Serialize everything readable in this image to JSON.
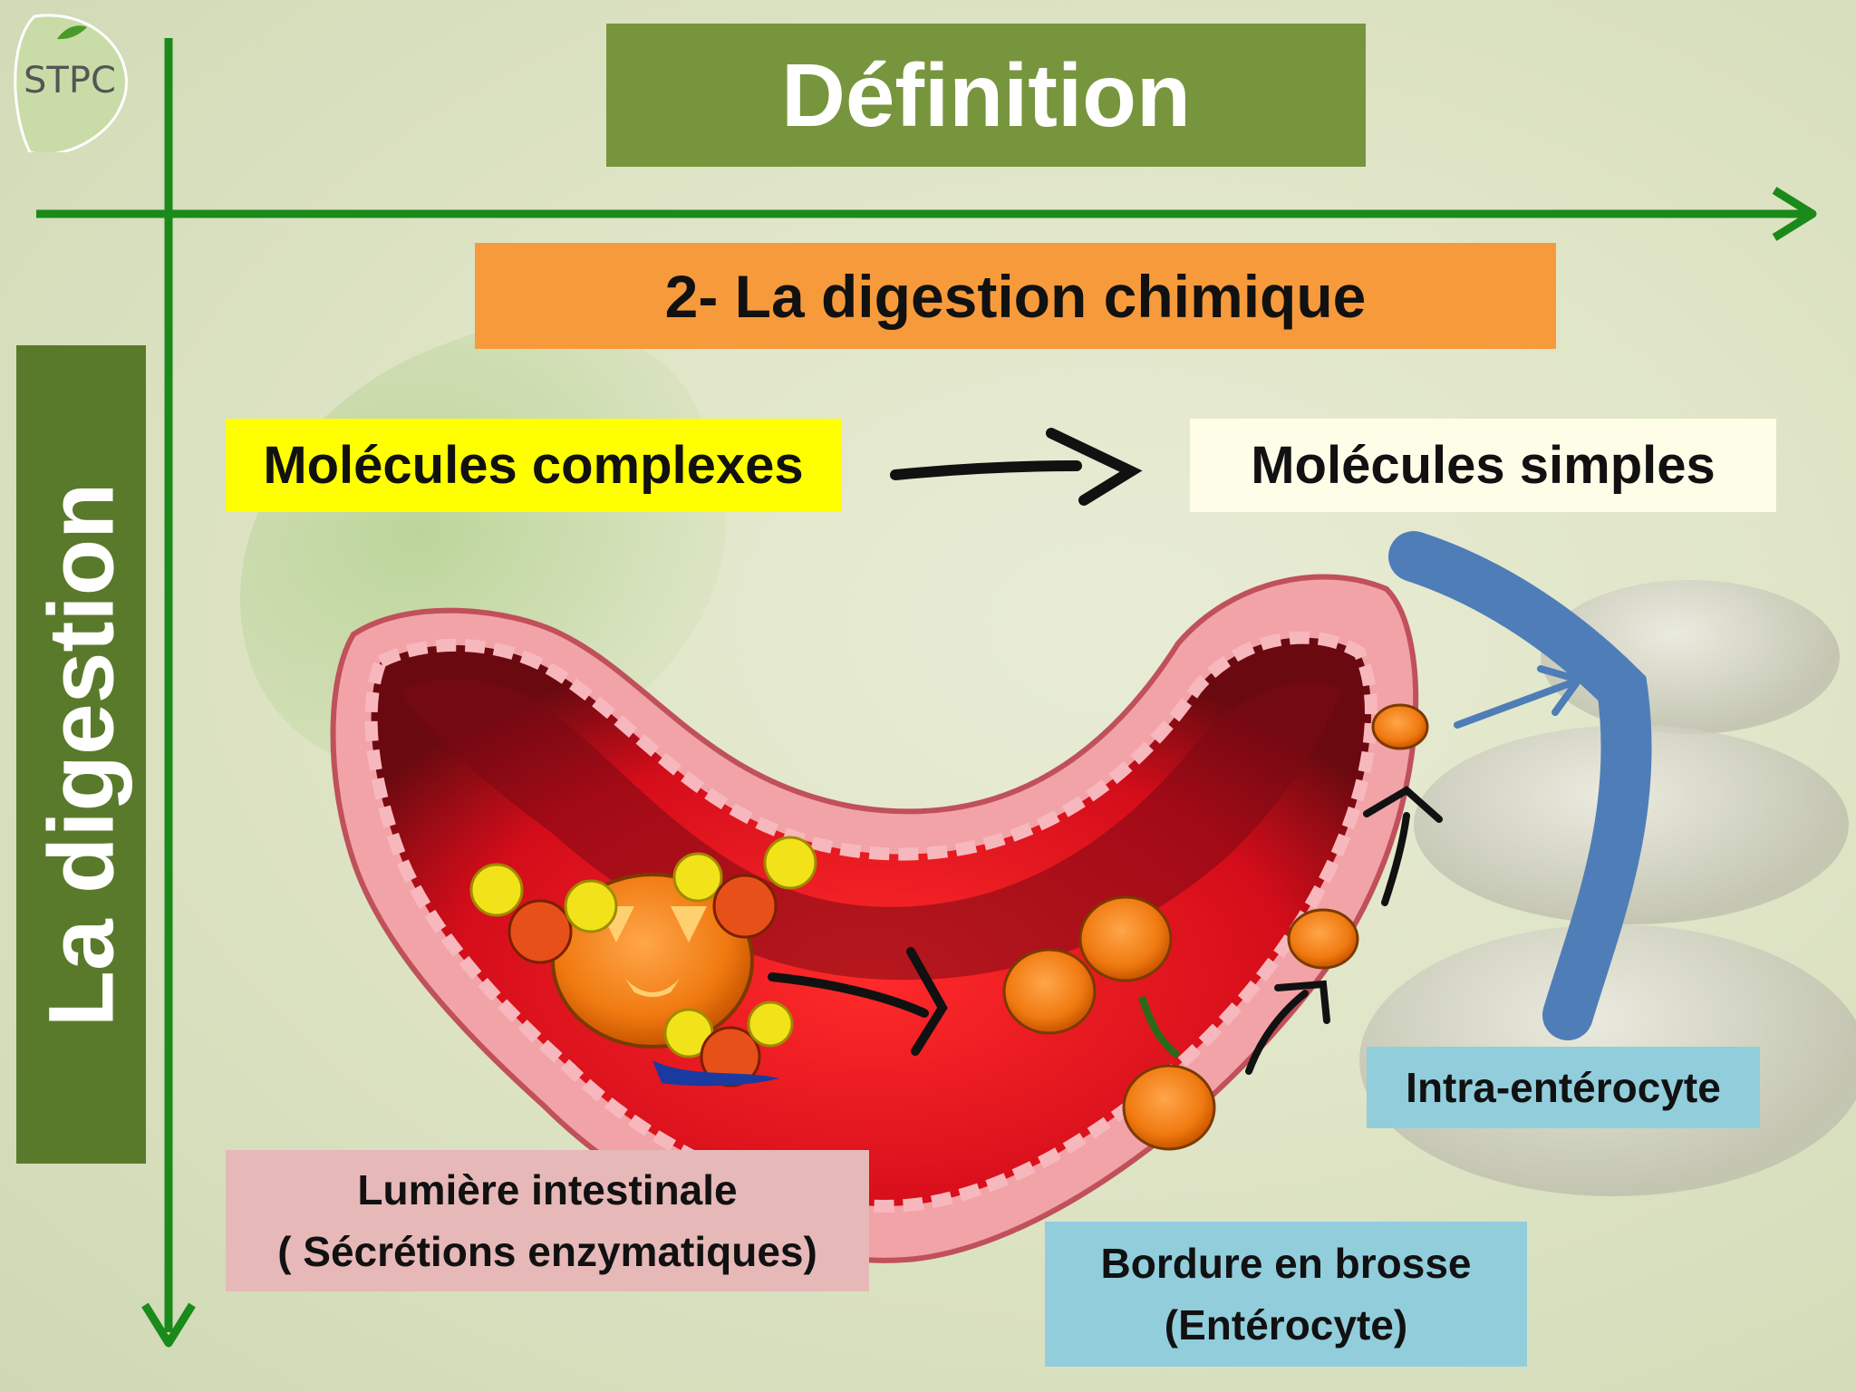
{
  "logo": {
    "text": "STPC"
  },
  "title": "Définition",
  "subtitle": "2- La digestion chimique",
  "side_label": "La digestion",
  "complex": "Molécules complexes",
  "simple": "Molécules simples",
  "lumen": {
    "line1": "Lumière intestinale",
    "line2": "( Sécrétions enzymatiques)"
  },
  "brush_border": {
    "line1": "Bordure en brosse",
    "line2": "(Entérocyte)"
  },
  "intra": "Intra-entérocyte",
  "colors": {
    "title_bg": "#77953d",
    "subtitle_bg": "#f79a3b",
    "complex_bg": "#ffff00",
    "simple_bg": "#fdfde8",
    "lumen_bg": "#e6b9b8",
    "border_bg": "#92cddc",
    "side_bg": "#5a7a2b",
    "axis": "#1a8a1a",
    "vessel": "#4f7db8"
  }
}
